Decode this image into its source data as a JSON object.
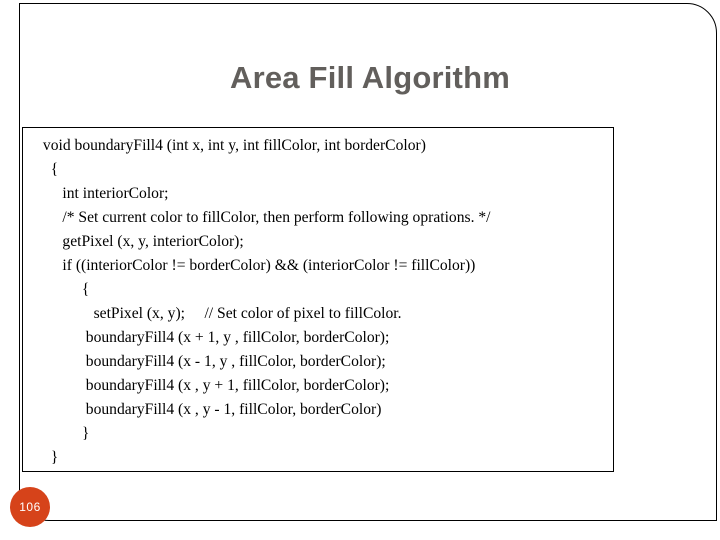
{
  "slide": {
    "title": "Area Fill Algorithm",
    "title_color": "#625f5c",
    "page_number": "106",
    "badge_color": "#d6431a",
    "code_lines": [
      " void boundaryFill4 (int x, int y, int fillColor, int borderColor)",
      "   {",
      "      int interiorColor;",
      "      /* Set current color to fillColor, then perform following oprations. */",
      "      getPixel (x, y, interiorColor);",
      "      if ((interiorColor != borderColor) && (interiorColor != fillColor))",
      "           {",
      "              setPixel (x, y);     // Set color of pixel to fillColor.",
      "            boundaryFill4 (x + 1, y , fillColor, borderColor);",
      "            boundaryFill4 (x - 1, y , fillColor, borderColor);",
      "            boundaryFill4 (x , y + 1, fillColor, borderColor);",
      "            boundaryFill4 (x , y - 1, fillColor, borderColor)",
      "           }",
      "   }"
    ]
  }
}
